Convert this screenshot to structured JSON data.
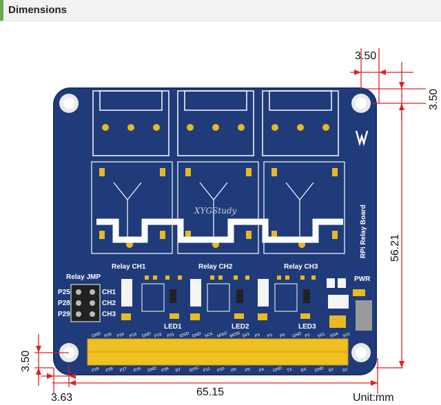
{
  "header": {
    "title": "Dimensions"
  },
  "dimensions": {
    "top_offset_x": "3.50",
    "top_offset_y": "3.50",
    "height": "56.21",
    "width": "65.15",
    "bottom_offset_y": "3.50",
    "bottom_offset_x": "3.63",
    "unit": "Unit:mm"
  },
  "board": {
    "name": "RPi Relay Board",
    "relays": [
      "Relay CH1",
      "Relay CH2",
      "Relay CH3"
    ],
    "leds": [
      "LED1",
      "LED2",
      "LED3"
    ],
    "jumper_title": "Relay JMP",
    "jumper_pins": [
      "P25",
      "P28",
      "P29"
    ],
    "jumper_channels": [
      "CH1",
      "CH2",
      "CH3"
    ],
    "pwr_label": "PWR",
    "watermark": "XYGStudy",
    "gpio_top_labels": [
      "GND",
      "P25",
      "P24",
      "P23",
      "GND",
      "P22",
      "P21",
      "IDSD",
      "GND",
      "SCK",
      "MISO",
      "MOSI",
      "3V3",
      "P3",
      "P1",
      "P0",
      "GND",
      "P2",
      "SCL",
      "SDA",
      "3V3"
    ],
    "gpio_bottom_labels": [
      "P29",
      "P28",
      "P27",
      "P26",
      "GND",
      "P26",
      "5V",
      "IDSC",
      "P11",
      "P10",
      "P6",
      "P5",
      "P4",
      "GND",
      "TX",
      "RX",
      "GND",
      "5V",
      "5V"
    ]
  },
  "colors": {
    "pcb": "#1f3b7a",
    "pcb_edge": "#16306b",
    "pad": "#e8b923",
    "header_pin": "#f0c020",
    "dim_line": "#e02020",
    "accent": "#6aa84f"
  }
}
